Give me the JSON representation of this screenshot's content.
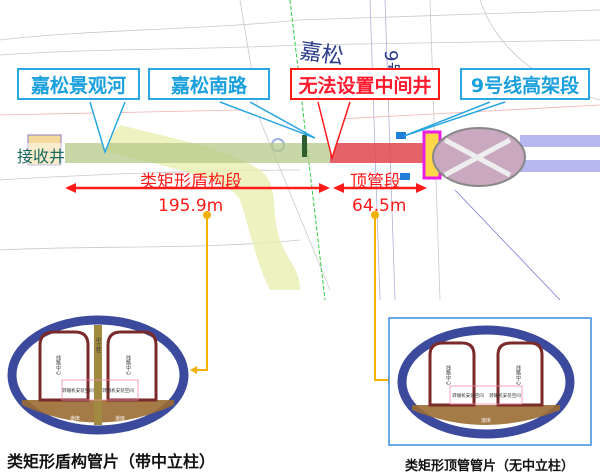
{
  "map": {
    "road_labels": [
      "嘉松",
      "9号"
    ],
    "callouts": [
      {
        "id": "landscape-river",
        "label": "嘉松景观河"
      },
      {
        "id": "jiasong-south-road",
        "label": "嘉松南路"
      },
      {
        "id": "no-intermediate-shaft",
        "label": "无法设置中间井"
      },
      {
        "id": "line9-elevated",
        "label": "9号线高架段"
      }
    ],
    "receiving_shaft": "接收井",
    "segments": [
      {
        "name": "类矩形盾构段",
        "length": "195.9m"
      },
      {
        "name": "顶管段",
        "length": "64.5m"
      }
    ]
  },
  "sections": [
    {
      "caption": "类矩形盾构管片（带中立柱）",
      "column_label": "中立柱",
      "track_center": "线路中心",
      "switch_space": "转辙机安装空间",
      "track_bed": "道床"
    },
    {
      "caption": "类矩形顶管管片（无中立柱）",
      "track_center": "线路中心",
      "switch_space": "转辙机安装空间",
      "track_bed": "道床"
    }
  ],
  "colors": {
    "callout_blue": "#2aa7e0",
    "alert_red": "#ff1a1a",
    "shield_segment": "#b6c98a",
    "jacking_segment": "#e0474f",
    "leader_orange": "#f5b000",
    "lining_blue": "#3b4a9c"
  }
}
